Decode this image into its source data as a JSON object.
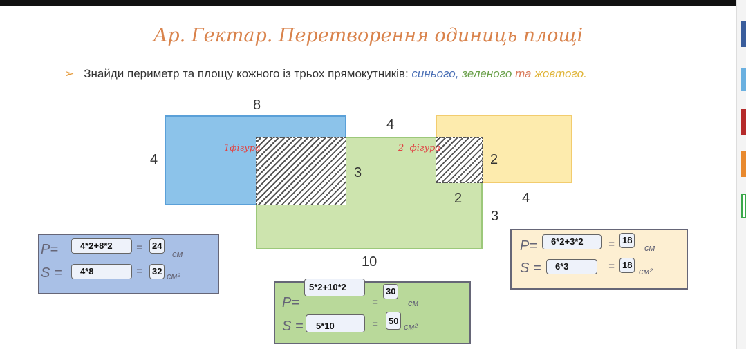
{
  "title": "Ар. Гектар. Перетворення одиниць площі",
  "task": {
    "text": "Знайди периметр та площу кожного із трьох прямокутників:",
    "blue": "синього,",
    "green": "зеленого",
    "and": "та",
    "yellow": "жовтого."
  },
  "labels": {
    "blue_top": "8",
    "blue_left": "4",
    "green_top": "4",
    "overlap1_right": "3",
    "yellow_right": "2",
    "overlap2_bottom": "2",
    "yellow_bottom": "4",
    "green_right": "3",
    "green_bottom": "10",
    "fig1": "1фігура",
    "fig2": "2  фігура"
  },
  "answers": {
    "blue": {
      "p_label": "P=",
      "p_expr": "4*2+8*2",
      "p_val": "24",
      "p_unit": "см",
      "s_label": "S =",
      "s_expr": "4*8",
      "s_val": "32",
      "s_unit": "см²",
      "eq": "="
    },
    "green": {
      "p_label": "P=",
      "p_expr": "5*2+10*2",
      "p_val": "30",
      "p_unit": "см",
      "s_label": "S =",
      "s_expr": "5*10",
      "s_val": "50",
      "s_unit": "см²",
      "eq": "="
    },
    "yellow": {
      "p_label": "P=",
      "p_expr": "6*2+3*2",
      "p_val": "18",
      "p_unit": "см",
      "s_label": "S =",
      "s_expr": "6*3",
      "s_val": "18",
      "s_unit": "см²",
      "eq": "="
    }
  },
  "colors": {
    "blue": "#8cc3ea",
    "green": "#cfe3b0",
    "yellow": "#fde9a6",
    "title": "#d9834c"
  }
}
